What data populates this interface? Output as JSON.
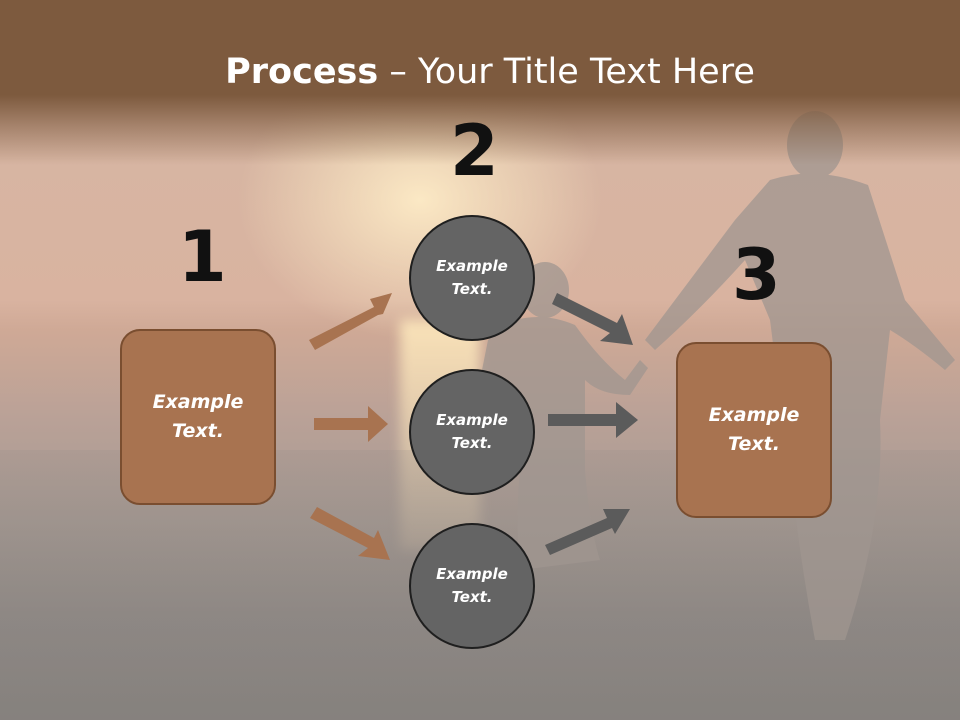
{
  "title": {
    "bold": "Process",
    "rest": " – Your Title Text Here"
  },
  "steps": {
    "one": {
      "number": "1",
      "box_text": "Example\nText."
    },
    "two": {
      "number": "2",
      "circles": [
        "Example\nText.",
        "Example\nText.",
        "Example\nText."
      ]
    },
    "three": {
      "number": "3",
      "box_text": "Example\nText."
    }
  },
  "colors": {
    "title_band": "#7d5a3e",
    "box_fill": "#a87350",
    "circle_fill": "#646464",
    "arrow_left": "#a87350",
    "arrow_right": "#5b5b5b"
  },
  "icons": [
    "arrow-right-icon"
  ]
}
